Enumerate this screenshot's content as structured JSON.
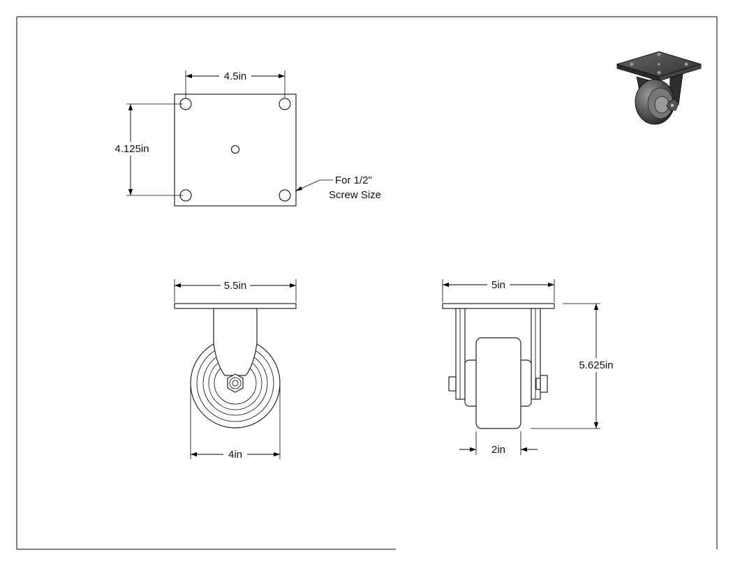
{
  "dimensions": {
    "plate_hole_spacing_x": "4.5in",
    "plate_hole_spacing_y": "4.125in",
    "front_plate_width": "5.5in",
    "wheel_diameter": "4in",
    "side_plate_width": "5in",
    "overall_height": "5.625in",
    "wheel_width": "2in"
  },
  "callout": {
    "line1": "For 1/2\"",
    "line2": "Screw Size"
  }
}
